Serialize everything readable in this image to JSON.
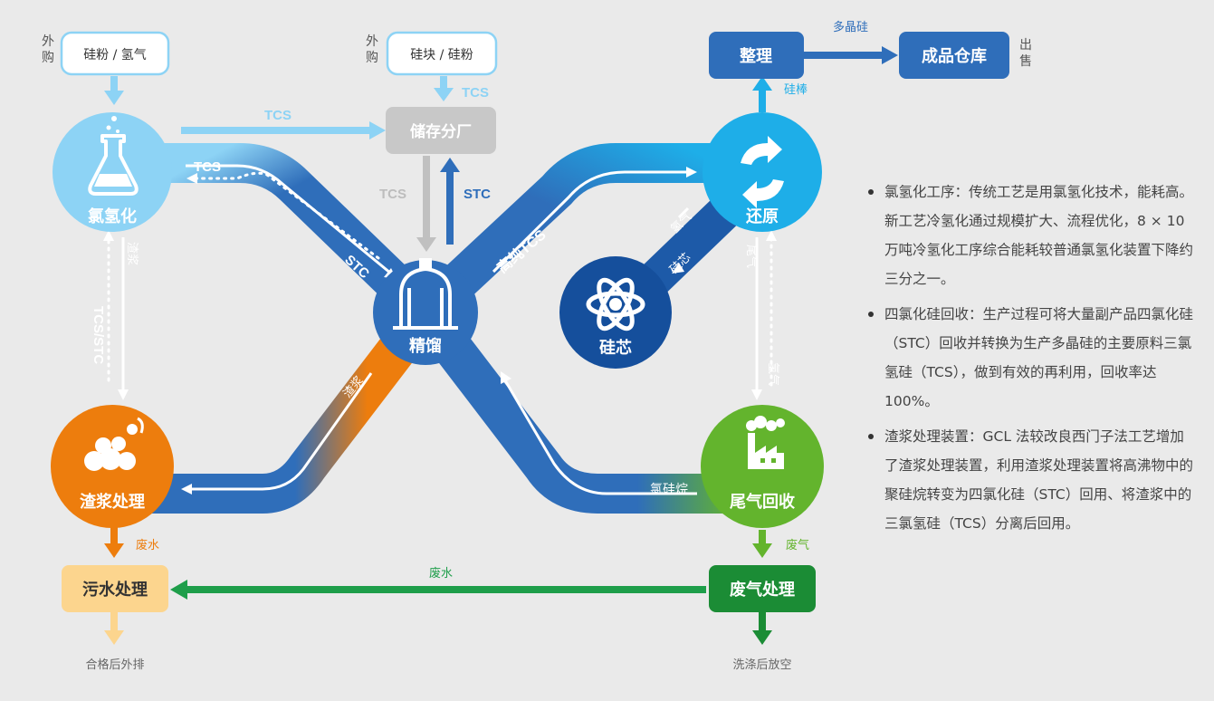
{
  "nodes": {
    "chlorination": "氯氢化",
    "distillation": "精馏",
    "reduction": "还原",
    "silicon_core": "硅芯",
    "slurry": "渣浆处理",
    "tail_gas": "尾气回收",
    "storage": "储存分厂",
    "finishing": "整理",
    "warehouse": "成品仓库",
    "sewage": "污水处理",
    "exhaust": "废气处理"
  },
  "inputs": {
    "silicon_powder_hydrogen": "硅粉 / 氢气",
    "silicon_chunk_powder": "硅块 / 硅粉",
    "outsourced": "外购",
    "sale": "出售"
  },
  "flows": {
    "tcs": "TCS",
    "stc": "STC",
    "pure_tcs": "高纯TCS",
    "slag_slurry": "渣浆",
    "tcs_stc": "TCS/STC",
    "polysilicon": "多晶硅",
    "silicon_rod": "硅棒",
    "tail_gas": "尾气",
    "hydrogen": "氢气",
    "chlorosilane": "氯硅烷",
    "waste_water": "废水",
    "waste_gas": "废气",
    "silicon_core": "硅芯"
  },
  "outlets": {
    "discharge": "合格后外排",
    "vent": "洗涤后放空"
  },
  "notes": [
    "氯氢化工序：传统工艺是用氯氢化技术，能耗高。新工艺冷氢化通过规模扩大、流程优化，8 × 10 万吨冷氢化工序综合能耗较普通氯氢化装置下降约三分之一。",
    "四氯化硅回收：生产过程可将大量副产品四氯化硅（STC）回收并转换为生产多晶硅的主要原料三氯氢硅（TCS），做到有效的再利用，回收率达 100%。",
    "渣浆处理装置：GCL 法较改良西门子法工艺增加了渣浆处理装置，利用渣浆处理装置将高沸物中的聚硅烷转变为四氯化硅（STC）回用、将渣浆中的三氯氢硅（TCS）分离后回用。"
  ],
  "colors": {
    "background": "#eaeaea",
    "chlorination": "#8dd3f5",
    "distillation": "#2f6eba",
    "reduction": "#1eaee8",
    "silicon_core": "#154f9c",
    "slurry": "#ed7d0d",
    "tail_gas": "#63b42d",
    "storage": "#c8c8c8",
    "finishing": "#2f6eba",
    "sewage": "#fcd58e",
    "exhaust": "#1b8c35",
    "waste_water_arrow": "#1e9e4a"
  },
  "icons": {
    "chlorination": "flask-icon",
    "distillation": "distillation-column-icon",
    "reduction": "recycle-arrows-icon",
    "silicon_core": "atom-icon",
    "slurry": "bubbles-icon",
    "tail_gas": "factory-icon"
  }
}
